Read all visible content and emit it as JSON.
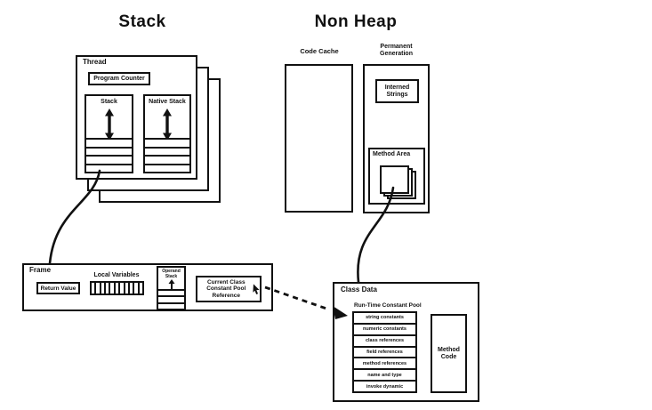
{
  "titles": {
    "stack": "Stack",
    "non_heap": "Non Heap"
  },
  "thread": {
    "label": "Thread",
    "program_counter": "Program Counter",
    "stack_label": "Stack",
    "native_stack_label": "Native Stack"
  },
  "non_heap": {
    "code_cache_label": "Code Cache",
    "permanent_generation_label": "Permanent Generation",
    "interned_strings_label": "Interned Strings",
    "method_area_label": "Method Area"
  },
  "frame": {
    "label": "Frame",
    "return_value_label": "Return Value",
    "local_variables_label": "Local Variables",
    "operand_stack_label": "Operand Stack",
    "constant_pool_ref_label": "Current Class Constant Pool Reference"
  },
  "class_data": {
    "label": "Class Data",
    "runtime_pool_label": "Run-Time Constant Pool",
    "pool_rows": [
      "string constants",
      "numeric constants",
      "class references",
      "field references",
      "method references",
      "name and type",
      "invoke dynamic"
    ],
    "method_code_label": "Method Code"
  },
  "colors": {
    "line": "#111111",
    "background": "#ffffff"
  }
}
